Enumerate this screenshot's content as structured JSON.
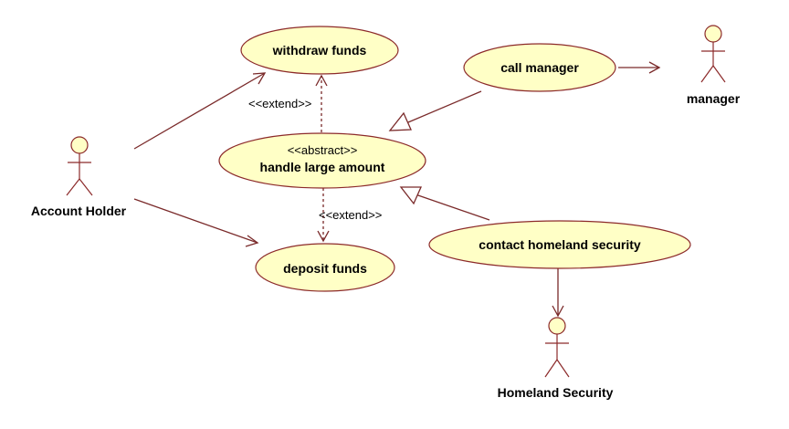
{
  "actors": {
    "account_holder": "Account Holder",
    "manager": "manager",
    "homeland_security": "Homeland Security"
  },
  "use_cases": {
    "withdraw_funds": "withdraw funds",
    "handle_large_amount": "handle large amount",
    "handle_large_amount_stereotype": "<<abstract>>",
    "deposit_funds": "deposit funds",
    "call_manager": "call manager",
    "contact_homeland_security": "contact homeland security"
  },
  "relationships": {
    "extend_withdraw": "<<extend>>",
    "extend_deposit": "<<extend>>"
  }
}
